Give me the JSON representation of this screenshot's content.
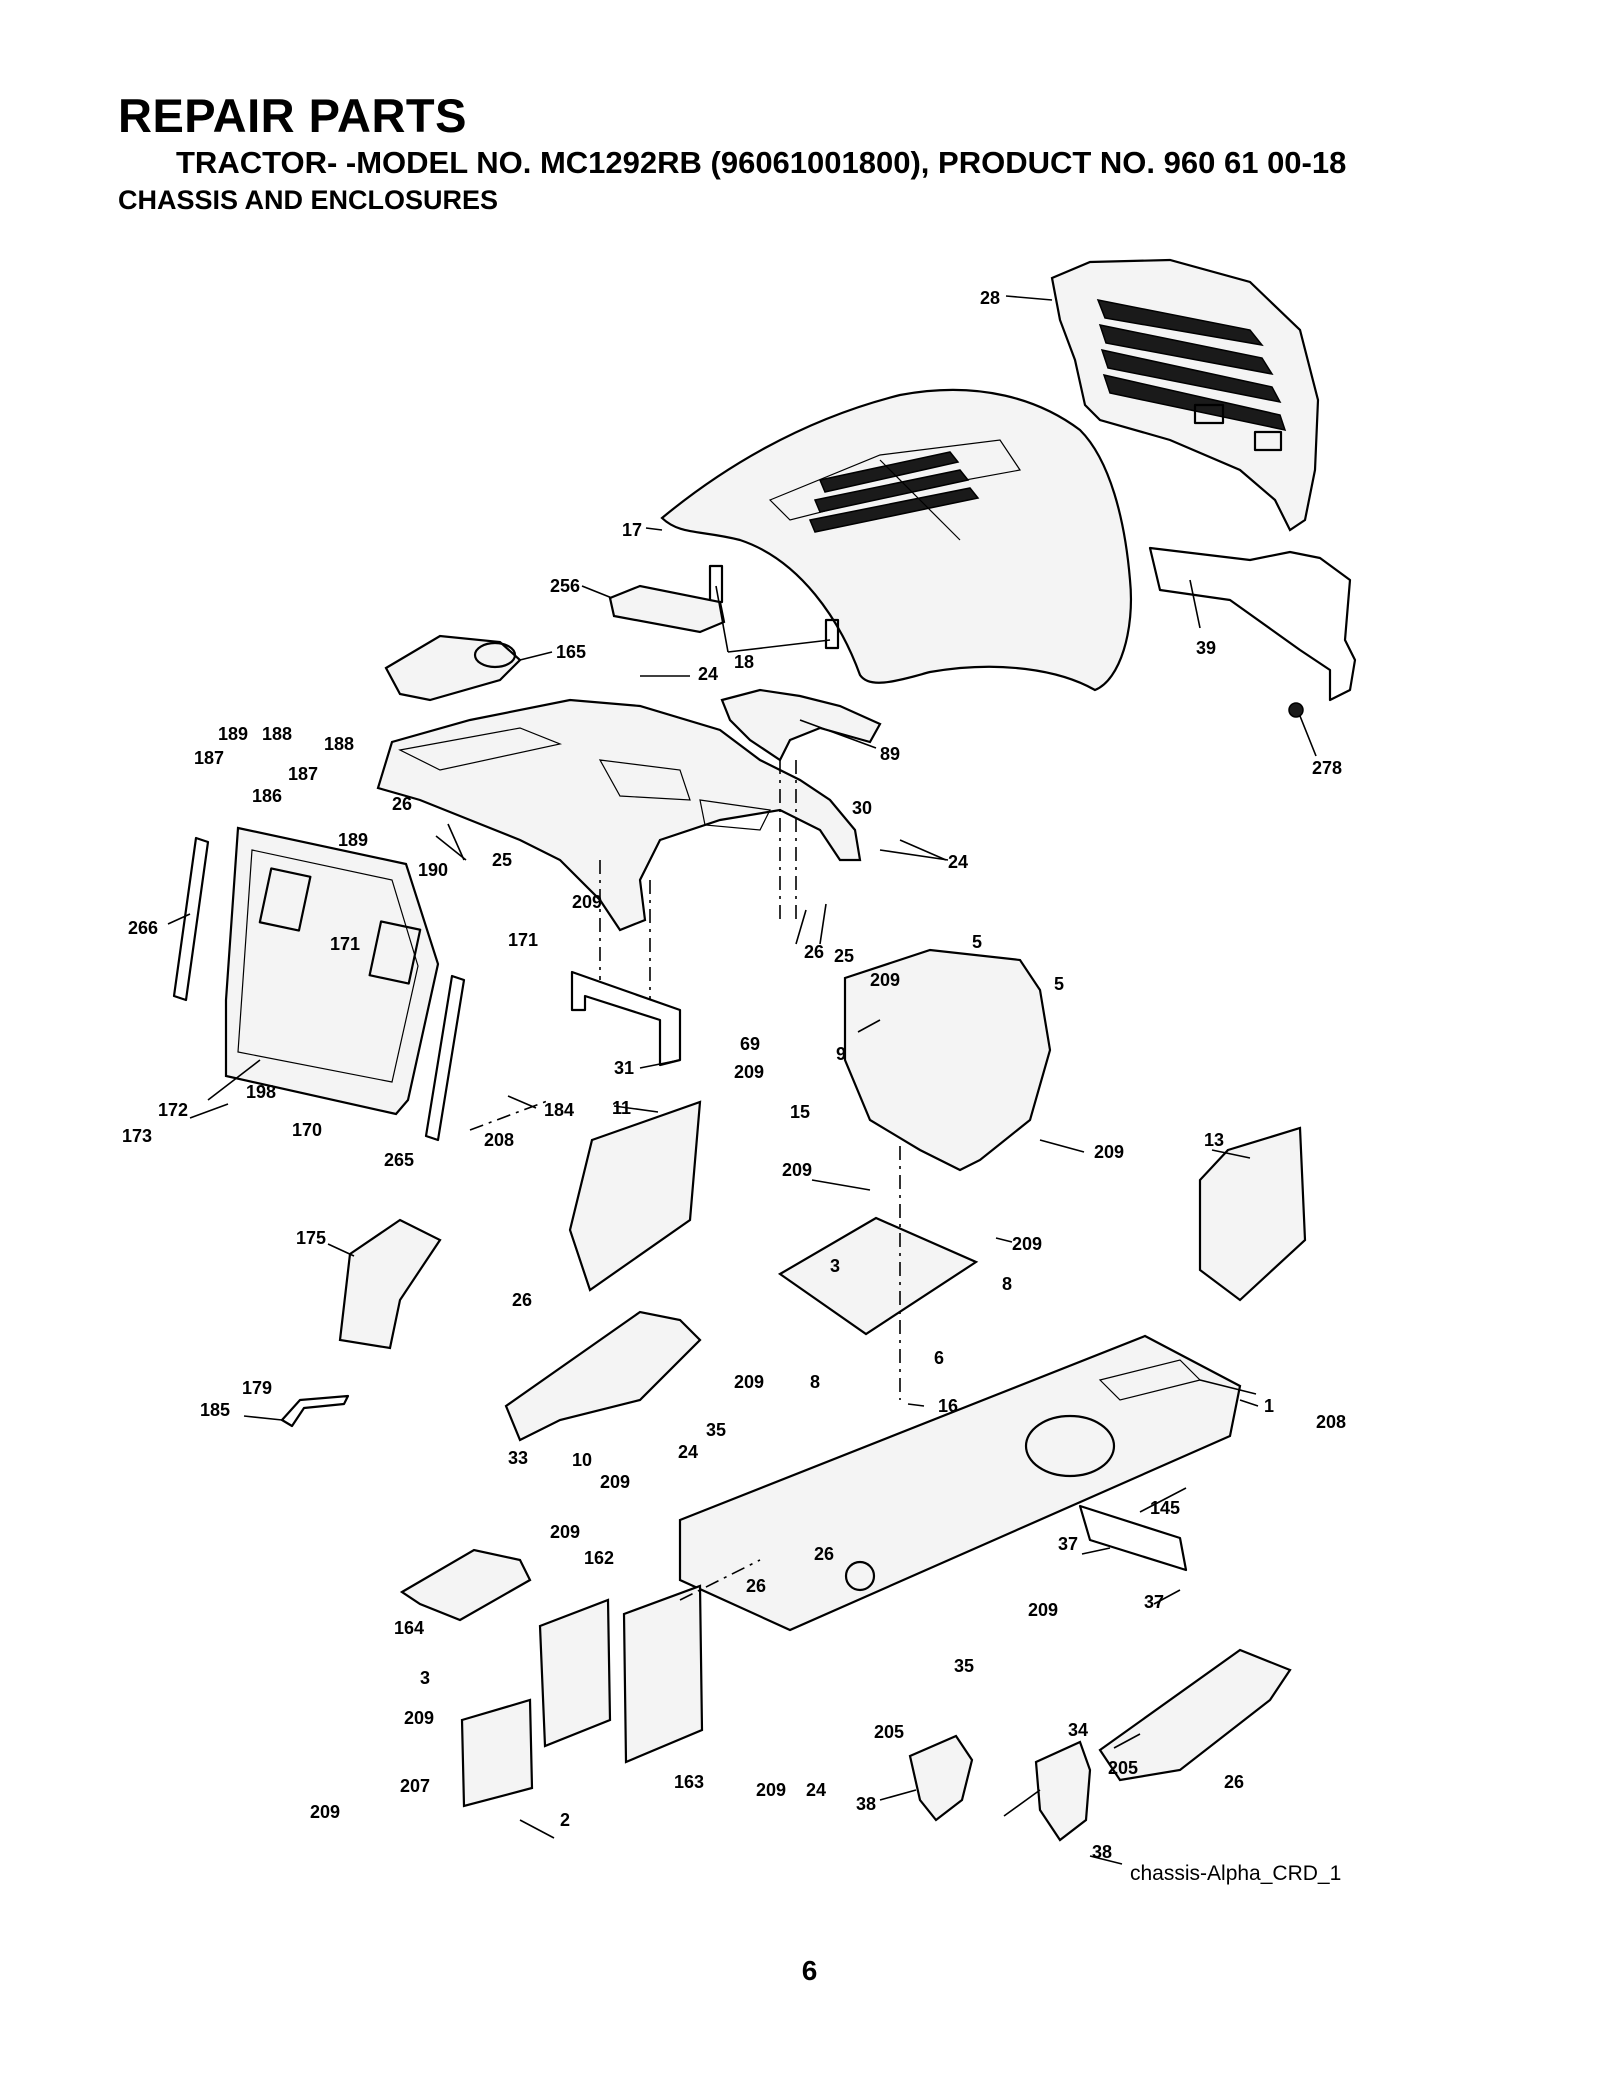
{
  "header": {
    "title": "REPAIR PARTS",
    "subtitle": "TRACTOR- -MODEL NO. MC1292RB (96061001800), PRODUCT NO. 960 61 00-18",
    "section": "CHASSIS AND ENCLOSURES"
  },
  "diagram": {
    "reference": "chassis-Alpha_CRD_1",
    "callouts": {
      "c28": "28",
      "c17": "17",
      "c256": "256",
      "c18": "18",
      "c165": "165",
      "c24a": "24",
      "c89": "89",
      "c39": "39",
      "c278": "278",
      "c30": "30",
      "c24b": "24",
      "c189a": "189",
      "c188a": "188",
      "c188b": "188",
      "c187a": "187",
      "c187b": "187",
      "c186": "186",
      "c189b": "189",
      "c26a": "26",
      "c25a": "25",
      "c190": "190",
      "c266": "266",
      "c171a": "171",
      "c171b": "171",
      "c209a": "209",
      "c26b": "26",
      "c25b": "25",
      "c5a": "5",
      "c5b": "5",
      "c209b": "209",
      "c69": "69",
      "c31": "31",
      "c209c": "209",
      "c9": "9",
      "c198": "198",
      "c172": "172",
      "c173": "173",
      "c170": "170",
      "c184": "184",
      "c265": "265",
      "c11": "11",
      "c15": "15",
      "c209d": "209",
      "c208a": "208",
      "c13": "13",
      "c209e": "209",
      "c209f": "209",
      "c3a": "3",
      "c8a": "8",
      "c175": "175",
      "c26c": "26",
      "c209g": "209",
      "c8b": "8",
      "c6": "6",
      "c1": "1",
      "c208b": "208",
      "c16": "16",
      "c35a": "35",
      "c179": "179",
      "c185": "185",
      "c33": "33",
      "c10": "10",
      "c24c": "24",
      "c209h": "209",
      "c145": "145",
      "c209i": "209",
      "c162": "162",
      "c26d": "26",
      "c26e": "26",
      "c37a": "37",
      "c37b": "37",
      "c164": "164",
      "c3b": "3",
      "c209j": "209",
      "c35b": "35",
      "c209k": "209",
      "c34": "34",
      "c207": "207",
      "c205a": "205",
      "c205b": "205",
      "c209l": "209",
      "c163": "163",
      "c209m": "209",
      "c24d": "24",
      "c26f": "26",
      "c2": "2",
      "c38a": "38",
      "c38b": "38"
    }
  },
  "footer": {
    "page_number": "6"
  }
}
